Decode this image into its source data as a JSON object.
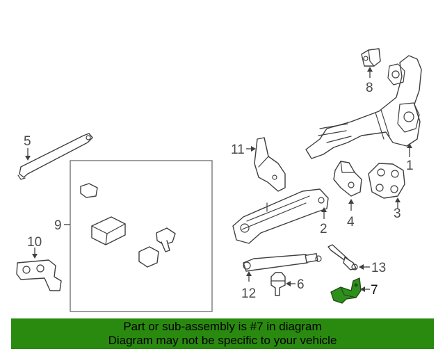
{
  "diagram": {
    "callouts": {
      "c1": "1",
      "c2": "2",
      "c3": "3",
      "c4": "4",
      "c5": "5",
      "c6": "6",
      "c7": "7",
      "c8": "8",
      "c9": "9",
      "c10": "10",
      "c11": "11",
      "c12": "12",
      "c13": "13"
    },
    "highlighted_part": "7",
    "highlight_color": "#2f8f1c"
  },
  "banner": {
    "line1": "Part or sub-assembly is #7 in diagram",
    "line2": "Diagram may not be specific to your vehicle",
    "background": "#2a8a10"
  }
}
